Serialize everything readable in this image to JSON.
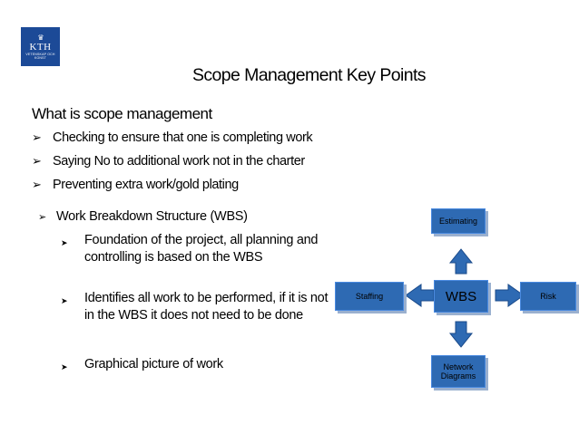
{
  "logo": {
    "text": "KTH",
    "subtext": "VETENSKAP OCH KONST",
    "color": "#1c4a97"
  },
  "title": "Scope Management Key Points",
  "heading": "What is scope management",
  "bullets": [
    "Checking to ensure that one is completing work",
    "Saying No to additional work not in the charter",
    "Preventing extra work/gold plating"
  ],
  "wbs_section": {
    "label": "Work Breakdown Structure (WBS)",
    "items": [
      "Foundation of the project, all planning and controlling is based on the WBS",
      "Identifies all work to be performed, if it is not in the WBS it does not need to be done",
      "Graphical picture of work"
    ]
  },
  "diagram": {
    "center": "WBS",
    "top": "Estimating",
    "left": "Staffing",
    "right": "Risk",
    "bottom": "Network Diagrams",
    "box_color": "#2e6ab3",
    "arrow_color": "#2e6ab3"
  }
}
